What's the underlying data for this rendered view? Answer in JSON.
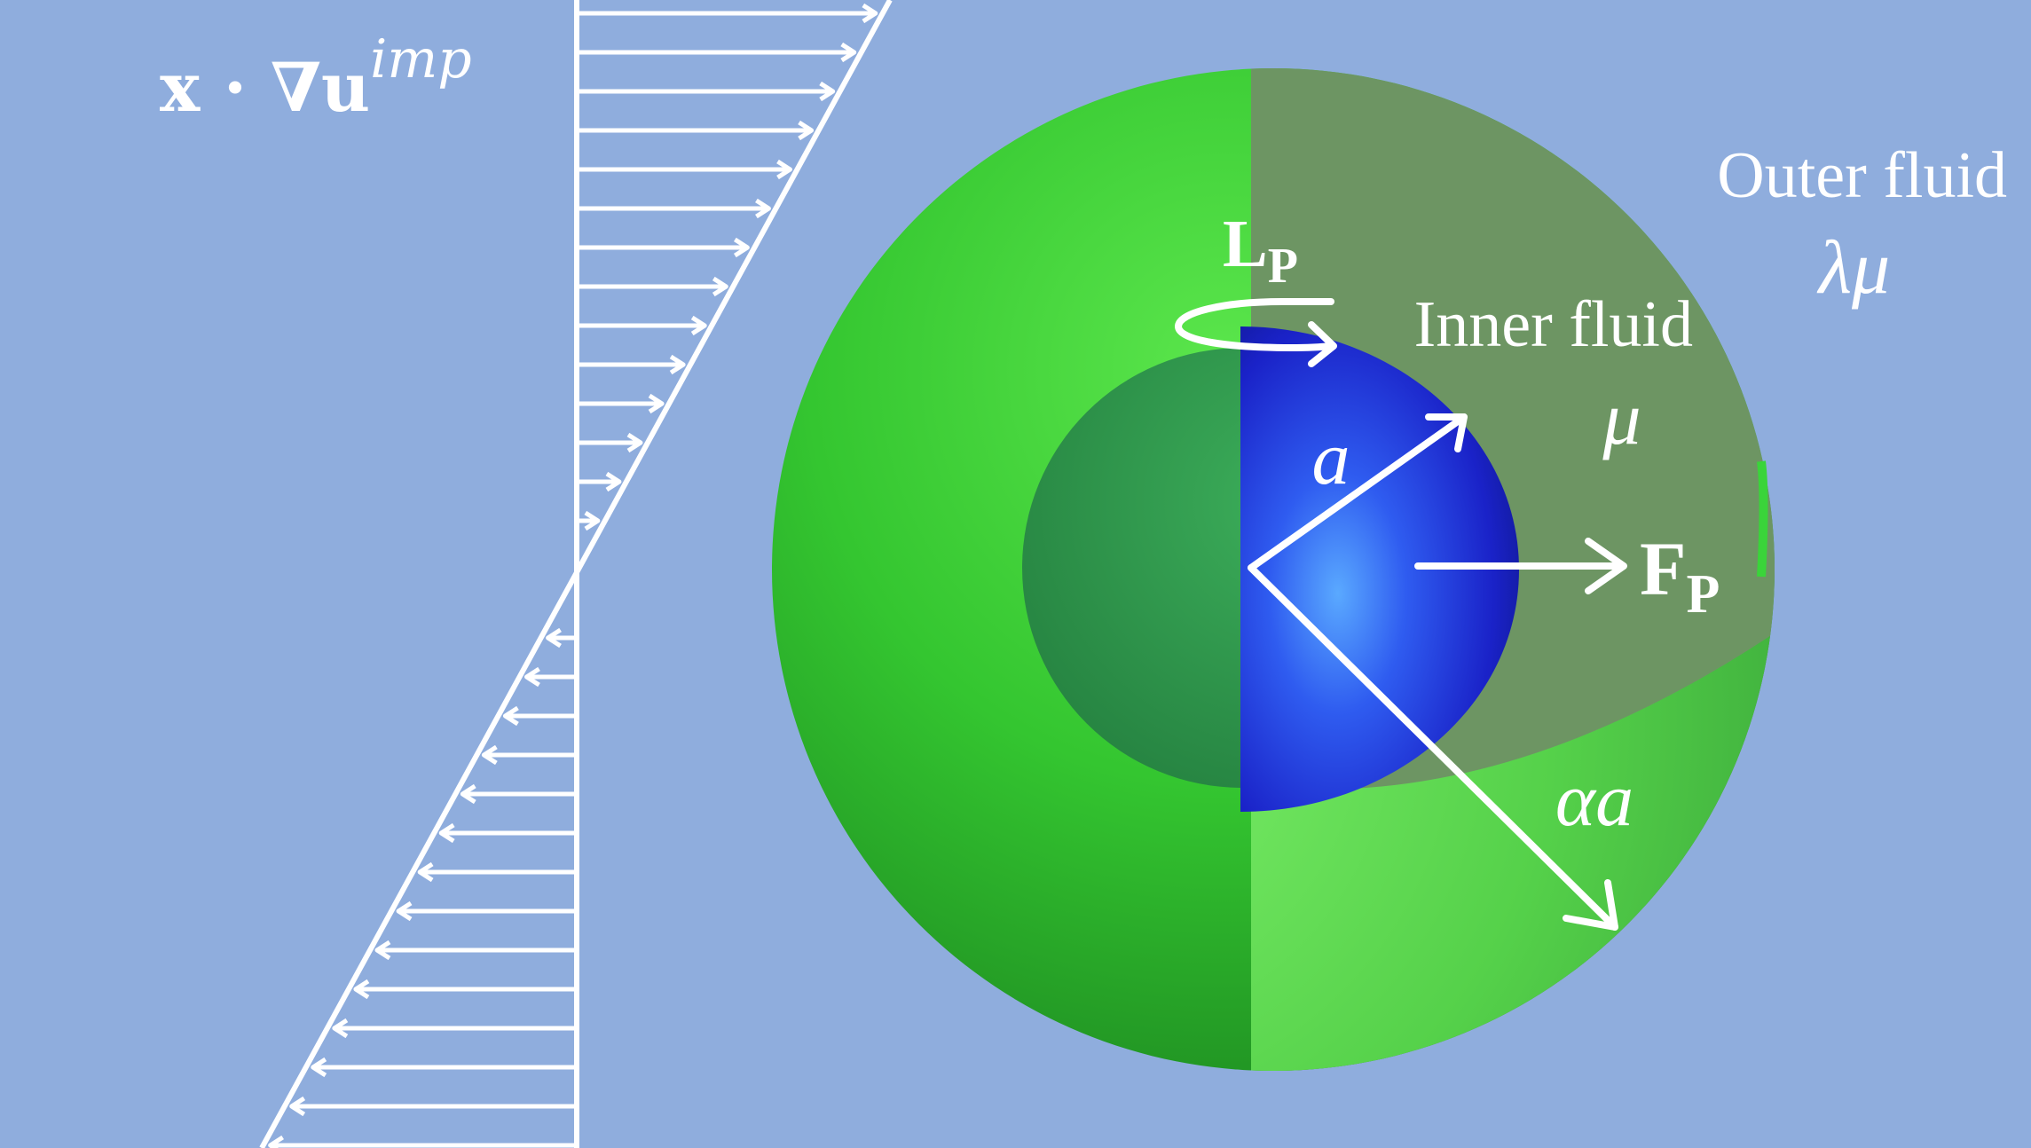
{
  "labels": {
    "shear_math": {
      "bold": "x · ∇u",
      "sup": "imp"
    },
    "outer_fluid": "Outer fluid",
    "outer_viscosity": "λμ",
    "inner_fluid": "Inner fluid",
    "inner_viscosity": "μ",
    "radius_inner": "a",
    "radius_outer": "αa",
    "torque": {
      "main": "L",
      "sub": "P"
    },
    "force": {
      "main": "F",
      "sub": "P"
    }
  },
  "colors": {
    "background": "#8faddd",
    "outer_shell": "#3fcf3a",
    "outer_shell_cut": "#6a9363",
    "inner_sphere": "#1b2ad8",
    "inner_shell_cut": "#2e9a52",
    "arrows": "#ffffff"
  }
}
